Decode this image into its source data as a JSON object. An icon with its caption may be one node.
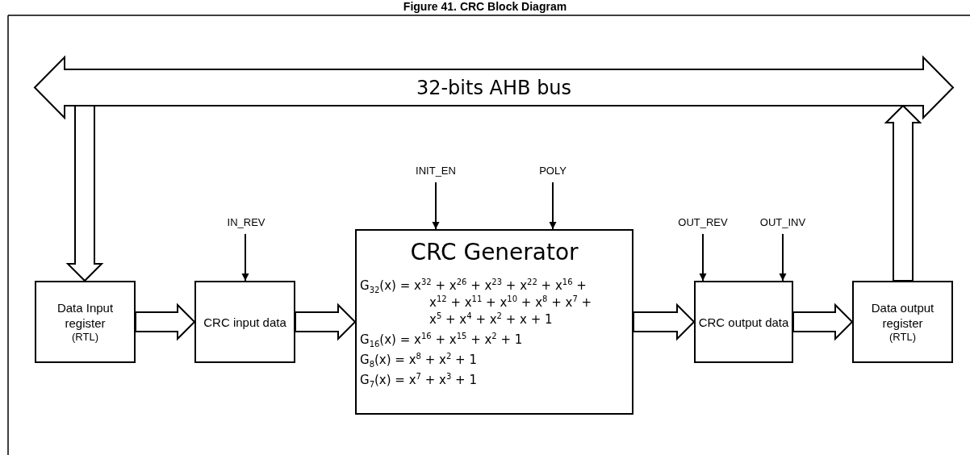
{
  "diagram": {
    "title": "Figure 41. CRC Block Diagram",
    "nodes": [
      {
        "text": [
          "32-bits AHB bus"
        ]
      },
      {
        "text": [
          "Data Input register",
          "(RTL)"
        ]
      },
      {
        "text": [
          "CRC input data"
        ]
      },
      {
        "text": [
          "CRC Generator",
          "G$_{32}$(x) = x$^{32}$ + x$^{26}$ + x$^{23}$ + x$^{22}$ + x$^{16}$ + x$^{12}$ + x$^{11}$ + x$^{10}$ + x$^{8}$ + x$^{7}$ + x$^{5}$ + x$^{4}$ + x$^{2}$ + x + 1",
          "G$_{16}$(x) = x$^{16}$ + x$^{15}$ + x$^{2}$ + 1",
          "G$_{8}$(x) = x$^{8}$ + x$^{2}$ + 1",
          "G$_{7}$(x) = x$^{7}$ + x$^{3}$ + 1"
        ]
      },
      {
        "text": [
          "CRC output data"
        ]
      },
      {
        "text": [
          "Data output register",
          "(RTL)"
        ]
      },
      {
        "text": [
          "IN_REV"
        ]
      },
      {
        "text": [
          "INIT_EN"
        ]
      },
      {
        "text": [
          "POLY"
        ]
      },
      {
        "text": [
          "OUT_REV"
        ]
      },
      {
        "text": [
          "OUT_INV"
        ]
      }
    ],
    "edges": [
      {
        "from": 0,
        "to": 1,
        "arrow": "to",
        "style": "thick"
      },
      {
        "from": 1,
        "to": 2,
        "arrow": "to",
        "style": "thick"
      },
      {
        "from": 2,
        "to": 3,
        "arrow": "to",
        "style": "thick"
      },
      {
        "from": 3,
        "to": 4,
        "arrow": "to",
        "style": "thick"
      },
      {
        "from": 4,
        "to": 5,
        "arrow": "to",
        "style": "thick"
      },
      {
        "from": 5,
        "to": 0,
        "arrow": "to",
        "style": "thick"
      },
      {
        "from": 6,
        "to": 2,
        "arrow": "to"
      },
      {
        "from": 7,
        "to": 3,
        "arrow": "to"
      },
      {
        "from": 8,
        "to": 3,
        "arrow": "to"
      },
      {
        "from": 9,
        "to": 4,
        "arrow": "to"
      },
      {
        "from": 10,
        "to": 4,
        "arrow": "to"
      }
    ]
  }
}
